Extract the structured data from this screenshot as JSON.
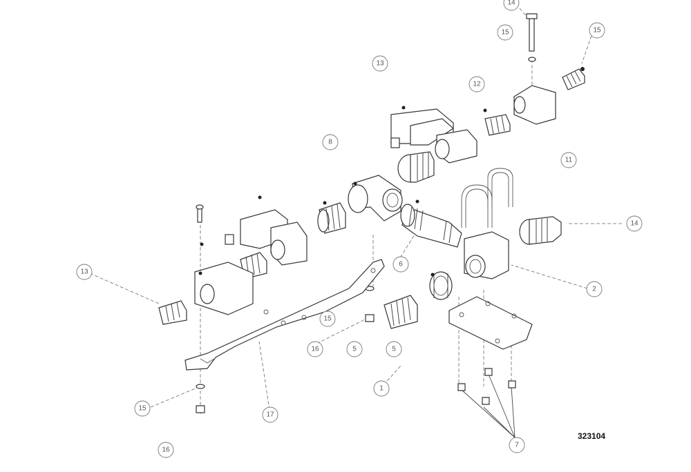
{
  "figure_number": "323104",
  "callouts": {
    "c14_top": "14",
    "c15_a": "15",
    "c15_b": "15",
    "c13_upper_mid": "13",
    "c12_upper_mid": "12",
    "c11_right_mid": "11",
    "c8_mid": "8",
    "c14_right": "14",
    "c6_mid": "6",
    "c2_right": "2",
    "c13_left": "13",
    "c15_mid": "15",
    "c16_mid": "16",
    "c5_a": "5",
    "c5_b": "5",
    "c1_bottom": "1",
    "c17_bottom": "17",
    "c15_lower_left": "15",
    "c16_lower_left": "16",
    "c7_bottom": "7"
  }
}
